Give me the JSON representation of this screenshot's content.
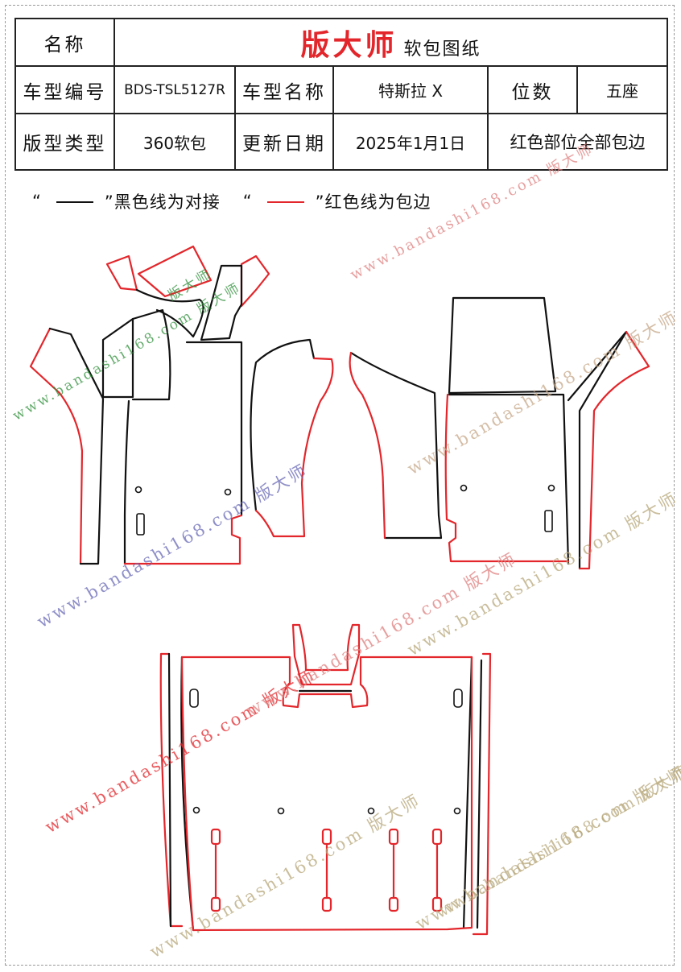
{
  "header": {
    "name_label": "名称",
    "brand": "版大师",
    "brand_sub": "软包图纸",
    "model_code_label": "车型编号",
    "model_code": "BDS-TSL5127R",
    "model_name_label": "车型名称",
    "model_name": "特斯拉 X",
    "seats_label": "位数",
    "seats": "五座",
    "pattern_type_label": "版型类型",
    "pattern_type": "360软包",
    "update_date_label": "更新日期",
    "update_date": "2025年1月1日",
    "note": "红色部位全部包边"
  },
  "legend": {
    "black_open": "“",
    "black_close": "”黑色线为对接",
    "red_open": "“",
    "red_close": "”红色线为包边"
  },
  "watermarks": [
    "www.bandashi168.com 版大师",
    "版大师",
    "www.bandashi168.com 版大师",
    "www.bandashi168.com 版大师",
    "www.bandashi168.com 版大师",
    "www.bandashi168.com 版大师",
    "www.bandashi168.com 版大师",
    "www.bandashi168.com 版大师",
    "www.bandashi168.com 版大师",
    "www.bandashi168.com 版大师",
    "www.bandashi168.com 版大师"
  ],
  "colors": {
    "red_line": "#e3262b",
    "black_line": "#111111",
    "wm_red": "#e0807f",
    "wm_green": "#2f8f3a",
    "wm_blue": "#6a6ab8",
    "wm_olive": "#b7a77a"
  }
}
